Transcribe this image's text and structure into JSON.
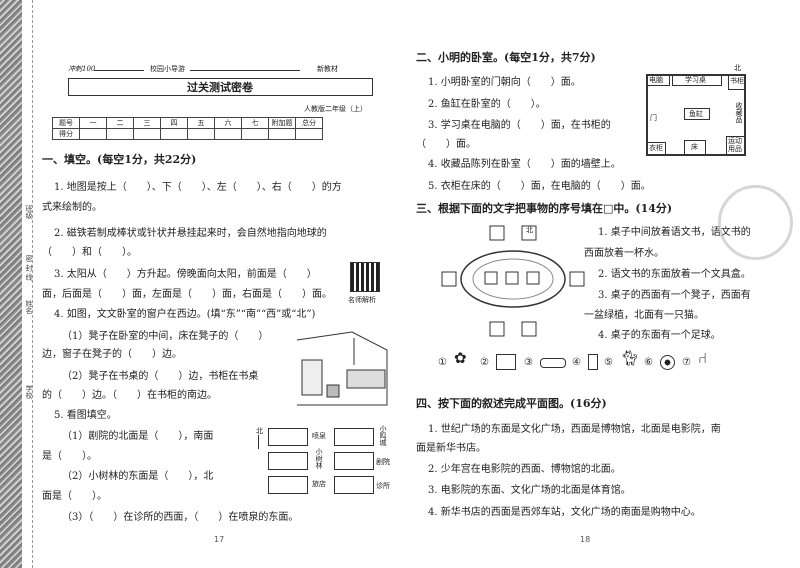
{
  "binding": {
    "name": "姓名",
    "class": "班级",
    "school": "学校",
    "seal": "密 封 线"
  },
  "header": {
    "brand": "冲刺100",
    "series": "校园小导游",
    "edition": "新教材",
    "title": "过关测试密卷",
    "grade": "人教版二年级（上）"
  },
  "score_table": {
    "row1": [
      "题号",
      "一",
      "二",
      "三",
      "四",
      "五",
      "六",
      "七",
      "附加题",
      "总分"
    ],
    "row2": [
      "得分",
      "",
      "",
      "",
      "",
      "",
      "",
      "",
      "",
      ""
    ]
  },
  "q1": {
    "title": "一、填空。(每空1分，共22分)",
    "l1": "1. 地图是按上（　　）、下（　　）、左（　　）、右（　　）的方",
    "l2": "式来绘制的。",
    "l3": "2. 磁铁若制成棒状或针状并悬挂起来时，会自然地指向地球的",
    "l4": "（　　）和（　　）。",
    "l5": "3. 太阳从（　　）方升起。傍晚面向太阳，前面是（　　）",
    "l6": "面，后面是（　　）面，左面是（　　）面，右面是（　　）面。",
    "l7": "4. 如图，文文卧室的窗户在西边。(填“东”“南”“西”或“北”)",
    "l8": "（1）凳子在卧室的中间，床在凳子的（　　）",
    "l9": "边，窗子在凳子的（　　）边。",
    "l10": "（2）凳子在书桌的（　　）边，书柜在书桌",
    "l11": "的（　　）边。（　　）在书柜的南边。",
    "l12": "5. 看图填空。",
    "l13": "（1）剧院的北面是（　　），南面",
    "l14": "是（　　）。",
    "l15": "（2）小树林的东面是（　　），北",
    "l16": "面是（　　）。",
    "l17": "（3）（　　）在诊所的西面，（　　）在喷泉的东面。",
    "qr_caption": "名师解析"
  },
  "map5": {
    "north": "北",
    "labels": [
      "喷泉",
      "小树林",
      "小鸣城",
      "剧院",
      "旅店",
      "诊所"
    ]
  },
  "q2": {
    "title": "二、小明的卧室。(每空1分，共7分)",
    "l1": "1. 小明卧室的门朝向（　　）面。",
    "l2": "2. 鱼缸在卧室的（　　）。",
    "l3": "3. 学习桌在电脑的（　　）面，在书柜的",
    "l4": "（　　）面。",
    "l5": "4. 收藏品陈列在卧室（　　）面的墙壁上。",
    "l6": "5. 衣柜在床的（　　）面，在电脑的（　　）面。"
  },
  "room": {
    "computer": "电脑",
    "desk": "学习桌",
    "bookcase": "书柜",
    "fishtank": "鱼缸",
    "collection": "收藏品",
    "wardrobe": "衣柜",
    "bed": "床",
    "sports": "运动用品",
    "door": "门",
    "north": "北"
  },
  "q3": {
    "title": "三、根据下面的文字把事物的序号填在□中。(14分)",
    "l1": "1. 桌子中间放着语文书，语文书的",
    "l2": "西面放着一杯水。",
    "l3": "2. 语文书的东面放着一个文具盒。",
    "l4": "3. 桌子的西面有一个凳子，西面有",
    "l5": "一盆绿植，北面有一只猫。",
    "l6": "4. 桌子的东面有一个足球。",
    "north": "北",
    "items": [
      "①",
      "②",
      "③",
      "④",
      "⑤",
      "⑥",
      "⑦"
    ]
  },
  "q4": {
    "title": "四、按下面的叙述完成平面图。(16分)",
    "l1": "1. 世纪广场的东面是文化广场，西面是博物馆，北面是电影院，南",
    "l2": "面是新华书店。",
    "l3": "2. 少年宫在电影院的西面、博物馆的北面。",
    "l4": "3. 电影院的东面、文化广场的北面是体育馆。",
    "l5": "4. 新华书店的西面是西郊车站，文化广场的南面是购物中心。"
  },
  "pages": {
    "left": "17",
    "right": "18"
  }
}
